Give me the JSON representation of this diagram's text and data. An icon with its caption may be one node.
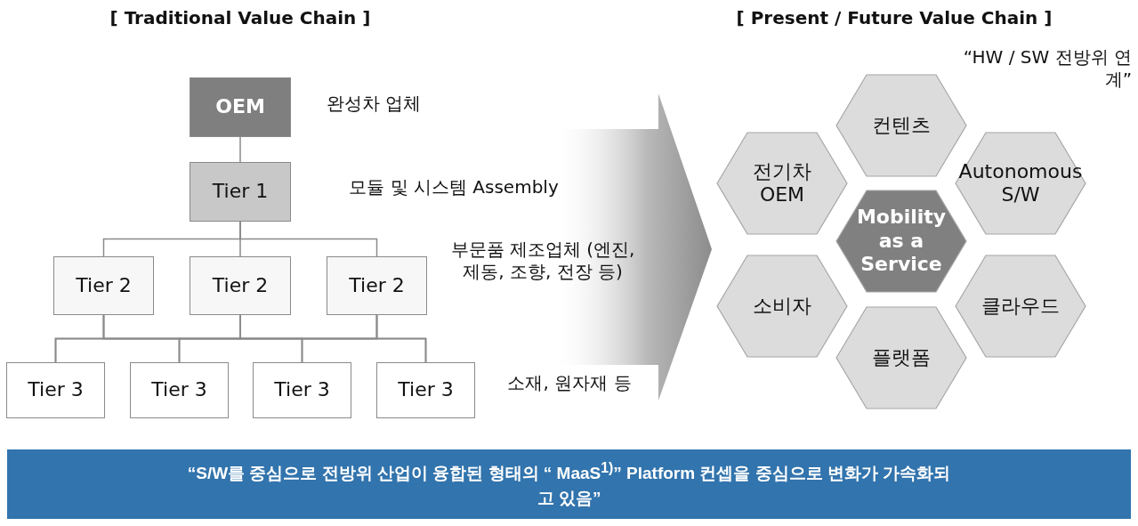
{
  "diagram": {
    "nodes": [
      {
        "text": [
          "OEM"
        ],
        "beside": [
          "완성차 업체"
        ]
      },
      {
        "text": [
          "Tier 1"
        ],
        "beside": [
          "모듈 및 시스템 Assembly"
        ]
      },
      {
        "text": [
          "Tier 2"
        ]
      },
      {
        "text": [
          "Tier 2"
        ]
      },
      {
        "text": [
          "Tier 2"
        ],
        "beside": [
          "부문품 제조업체 (엔진, 제동, 조향, 전장 등)"
        ]
      },
      {
        "text": [
          "Tier 3"
        ]
      },
      {
        "text": [
          "Tier 3"
        ]
      },
      {
        "text": [
          "Tier 3"
        ]
      },
      {
        "text": [
          "Tier 3"
        ],
        "beside": [
          "소재, 원자재 등"
        ]
      },
      {
        "text": [
          "컨텐츠"
        ]
      },
      {
        "text": [
          "전기차 OEM"
        ]
      },
      {
        "text": [
          "Autonomous S/W"
        ]
      },
      {
        "text": [
          "Mobility as a Service"
        ]
      },
      {
        "text": [
          "소비자"
        ]
      },
      {
        "text": [
          "클라우드"
        ]
      },
      {
        "text": [
          "플랫폼"
        ]
      },
      {
        "text": [
          "“S/W를 중심으로 전방위 산업이 융합된 형태의 “ MaaS$^{1)}$” Platform 컨셉을 중심으로 변화가 가속화되고 있음”"
        ]
      }
    ],
    "edges": [
      {
        "from": 0,
        "to": 1,
        "arrow": "none"
      },
      {
        "from": 1,
        "to": 2,
        "arrow": "none"
      },
      {
        "from": 1,
        "to": 3,
        "arrow": "none"
      },
      {
        "from": 1,
        "to": 4,
        "arrow": "none"
      },
      {
        "from": 2,
        "to": 5,
        "arrow": "none"
      },
      {
        "from": 2,
        "to": 6,
        "arrow": "none"
      },
      {
        "from": 2,
        "to": 7,
        "arrow": "none"
      },
      {
        "from": 2,
        "to": 8,
        "arrow": "none"
      },
      {
        "from": 3,
        "to": 5,
        "arrow": "none"
      },
      {
        "from": 3,
        "to": 6,
        "arrow": "none"
      },
      {
        "from": 3,
        "to": 7,
        "arrow": "none"
      },
      {
        "from": 3,
        "to": 8,
        "arrow": "none"
      },
      {
        "from": 4,
        "to": 5,
        "arrow": "none"
      },
      {
        "from": 4,
        "to": 6,
        "arrow": "none"
      },
      {
        "from": 4,
        "to": 7,
        "arrow": "none"
      },
      {
        "from": 4,
        "to": 8,
        "arrow": "none"
      }
    ],
    "labels": [
      "[ Traditional Value Chain ]",
      "[ Present / Future Value Chain ]",
      "“HW / SW 전방위 연계”"
    ]
  }
}
